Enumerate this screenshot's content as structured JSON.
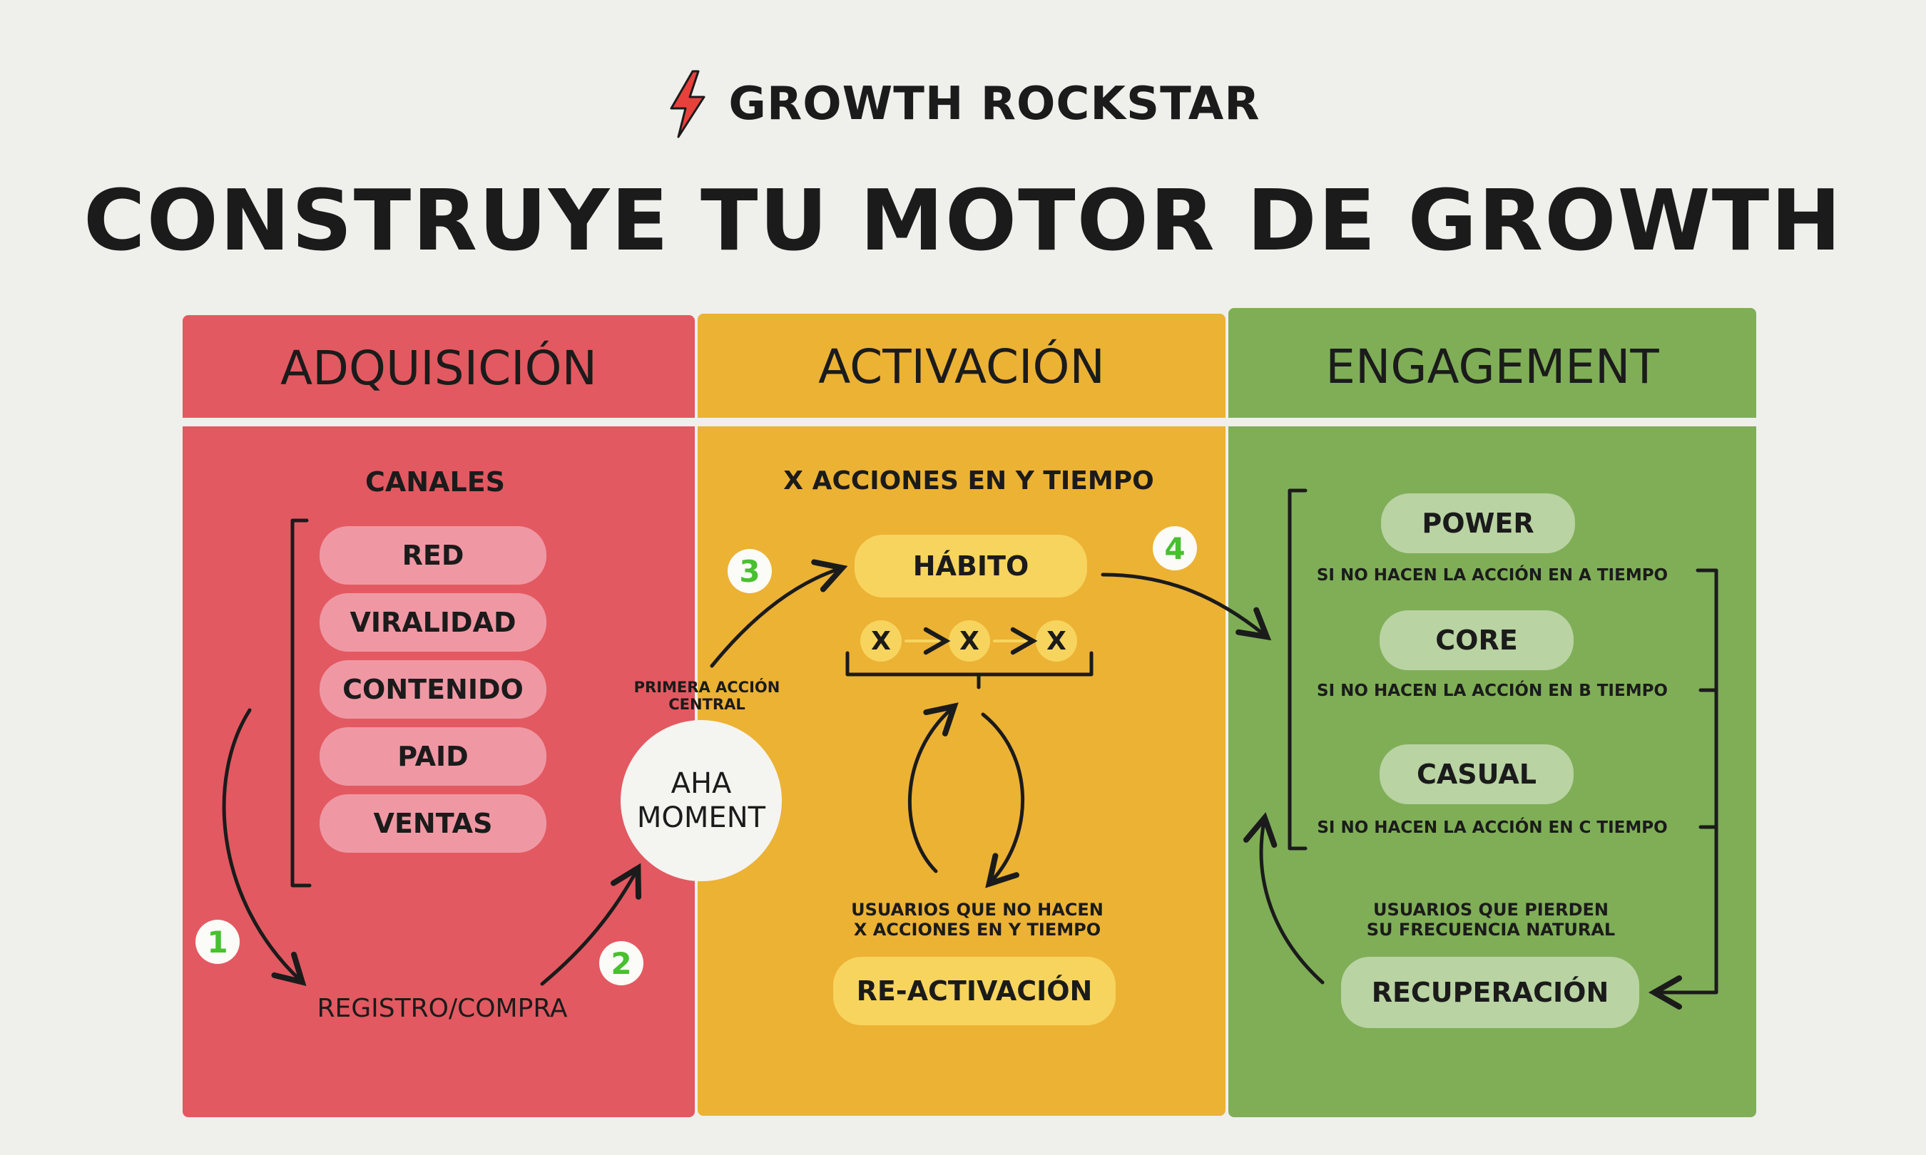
{
  "brand": {
    "name": "GROWTH ROCKSTAR",
    "icon": "lightning-bolt-icon",
    "icon_color": "#e8413c"
  },
  "title": "CONSTRUYE TU MOTOR DE GROWTH",
  "colors": {
    "background": "#efefec",
    "adquisicion": "#e35961",
    "activacion": "#ecb234",
    "engagement": "#7fae57",
    "step_number": "#48c02f"
  },
  "adquisicion": {
    "heading": "ADQUISICIÓN",
    "subheading": "CANALES",
    "channels": [
      "RED",
      "VIRALIDAD",
      "CONTENIDO",
      "PAID",
      "VENTAS"
    ],
    "registro": "REGISTRO/COMPRA"
  },
  "activacion": {
    "heading": "ACTIVACIÓN",
    "subheading": "X ACCIONES EN Y TIEMPO",
    "habito": "HÁBITO",
    "x_label": "X",
    "primera_accion": "PRIMERA ACCIÓN CENTRAL",
    "no_hacen": [
      "USUARIOS QUE NO HACEN",
      "X ACCIONES EN  Y  TIEMPO"
    ],
    "reactivacion": "RE-ACTIVACIÓN"
  },
  "aha": [
    "AHA",
    "MOMENT"
  ],
  "engagement": {
    "heading": "ENGAGEMENT",
    "levels": [
      {
        "label": "POWER",
        "note": "SI NO HACEN LA ACCIÓN EN A TIEMPO"
      },
      {
        "label": "CORE",
        "note": "SI NO HACEN LA ACCIÓN EN B TIEMPO"
      },
      {
        "label": "CASUAL",
        "note": "SI NO HACEN LA ACCIÓN EN C TIEMPO"
      }
    ],
    "pierden": [
      "USUARIOS QUE PIERDEN",
      "SU FRECUENCIA NATURAL"
    ],
    "recuperacion": "RECUPERACIÓN"
  },
  "steps": [
    "1",
    "2",
    "3",
    "4"
  ]
}
